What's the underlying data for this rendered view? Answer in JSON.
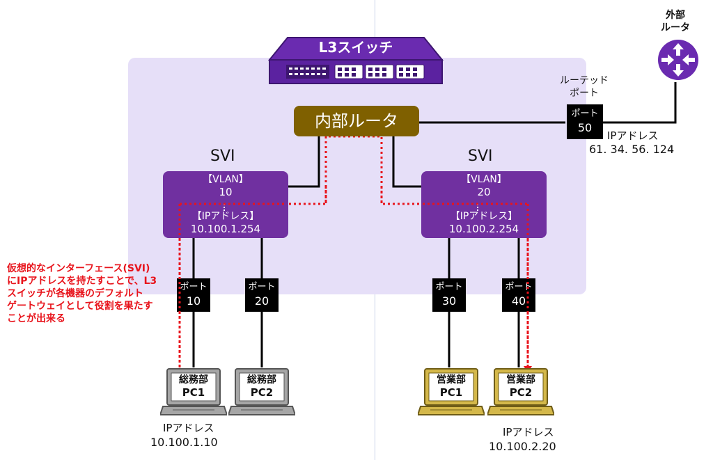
{
  "l3_switch": {
    "label": "L3スイッチ"
  },
  "internal_router": {
    "label": "内部ルータ"
  },
  "external_router": {
    "label_line1": "外部",
    "label_line2": "ルータ"
  },
  "routed_port": {
    "caption_line1": "ルーテッド",
    "caption_line2": "ポート",
    "port_label": "ポート",
    "port_number": "50",
    "ip_title": "IPアドレス",
    "ip_value": "61. 34. 56. 124"
  },
  "svi_left": {
    "heading": "SVI",
    "vlan_title": "【VLAN】",
    "vlan_id": "10",
    "ip_title": "【IPアドレス】",
    "ip_value": "10.100.1.254"
  },
  "svi_right": {
    "heading": "SVI",
    "vlan_title": "【VLAN】",
    "vlan_id": "20",
    "ip_title": "【IPアドレス】",
    "ip_value": "10.100.2.254"
  },
  "ports": [
    {
      "label": "ポート",
      "number": "10"
    },
    {
      "label": "ポート",
      "number": "20"
    },
    {
      "label": "ポート",
      "number": "30"
    },
    {
      "label": "ポート",
      "number": "40"
    }
  ],
  "pcs": [
    {
      "dept": "総務部",
      "name": "PC1"
    },
    {
      "dept": "総務部",
      "name": "PC2"
    },
    {
      "dept": "営業部",
      "name": "PC1"
    },
    {
      "dept": "営業部",
      "name": "PC2"
    }
  ],
  "pc1_ip": {
    "title": "IPアドレス",
    "value": "10.100.1.10"
  },
  "pc4_ip": {
    "title": "IPアドレス",
    "value": "10.100.2.20"
  },
  "note": {
    "lines": [
      "仮想的なインターフェース(SVI)",
      "にIPアドレスを持たすことで、L3",
      "スイッチが各機器のデフォルト",
      "ゲートウェイとして役割を果たす",
      "ことが出来る"
    ],
    "color": "#e8141c"
  },
  "colors": {
    "switch_area": "#e6dff8",
    "svi_box": "#7030a0",
    "router_box": "#7f6000",
    "port_box": "#000000",
    "gray_pc": "#a6a6a6",
    "gold_pc": "#d4b84a",
    "ext_router": "#6a2bb0",
    "path_line": "#e8141c"
  }
}
